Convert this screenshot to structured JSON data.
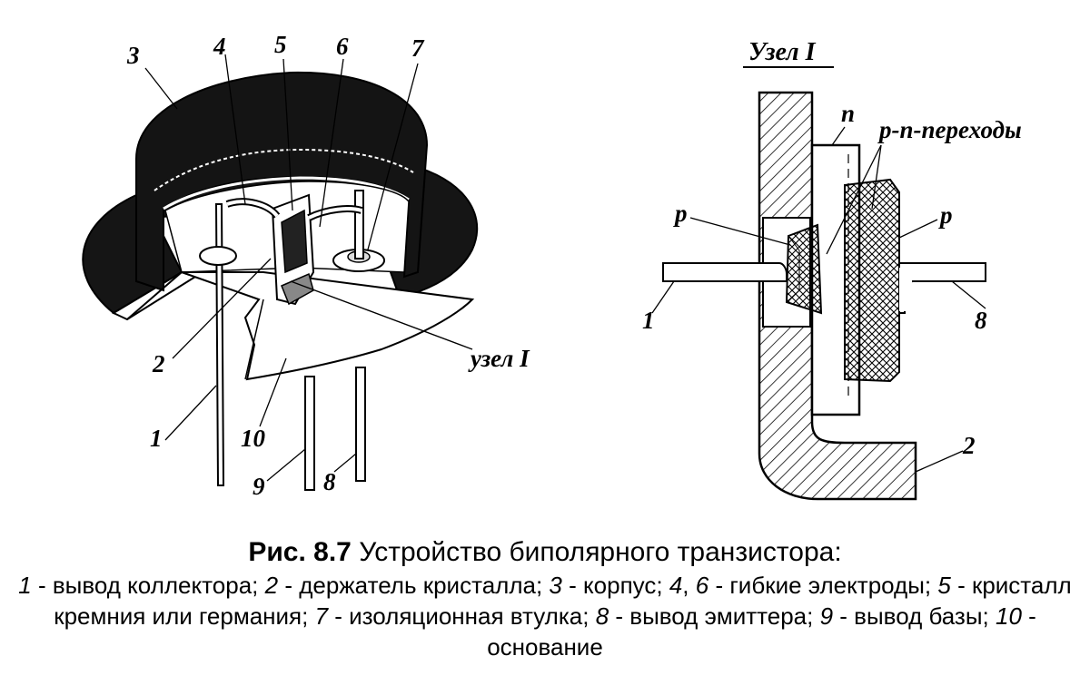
{
  "labels": {
    "l1": "1",
    "l2": "2",
    "l3": "3",
    "l4": "4",
    "l5": "5",
    "l6": "6",
    "l7": "7",
    "l8": "8",
    "l9": "9",
    "l10": "10",
    "node": "узел I"
  },
  "detail": {
    "title": "Узел I",
    "n": "n",
    "p_left": "p",
    "p_right": "p",
    "junctions": "p-n-переходы",
    "l1": "1",
    "l2": "2",
    "l8": "8"
  },
  "caption": {
    "fig": "Рис. 8.7",
    "title": " Устройство биполярного транзистора:",
    "items": [
      {
        "num": "1",
        "text": " - вывод коллектора; "
      },
      {
        "num": "2",
        "text": " - держатель кристалла; "
      },
      {
        "num": "3",
        "text": " - корпус; "
      },
      {
        "num": "4",
        "text": ", "
      },
      {
        "num": "6",
        "text": " - гибкие электроды; "
      },
      {
        "num": "5",
        "text": " - кристалл кремния или германия; "
      },
      {
        "num": "7",
        "text": " - изоляционная втулка; "
      },
      {
        "num": "8",
        "text": " - вывод эмиттера; "
      },
      {
        "num": "9",
        "text": " - вывод базы; "
      },
      {
        "num": "10",
        "text": " - основание"
      }
    ]
  }
}
